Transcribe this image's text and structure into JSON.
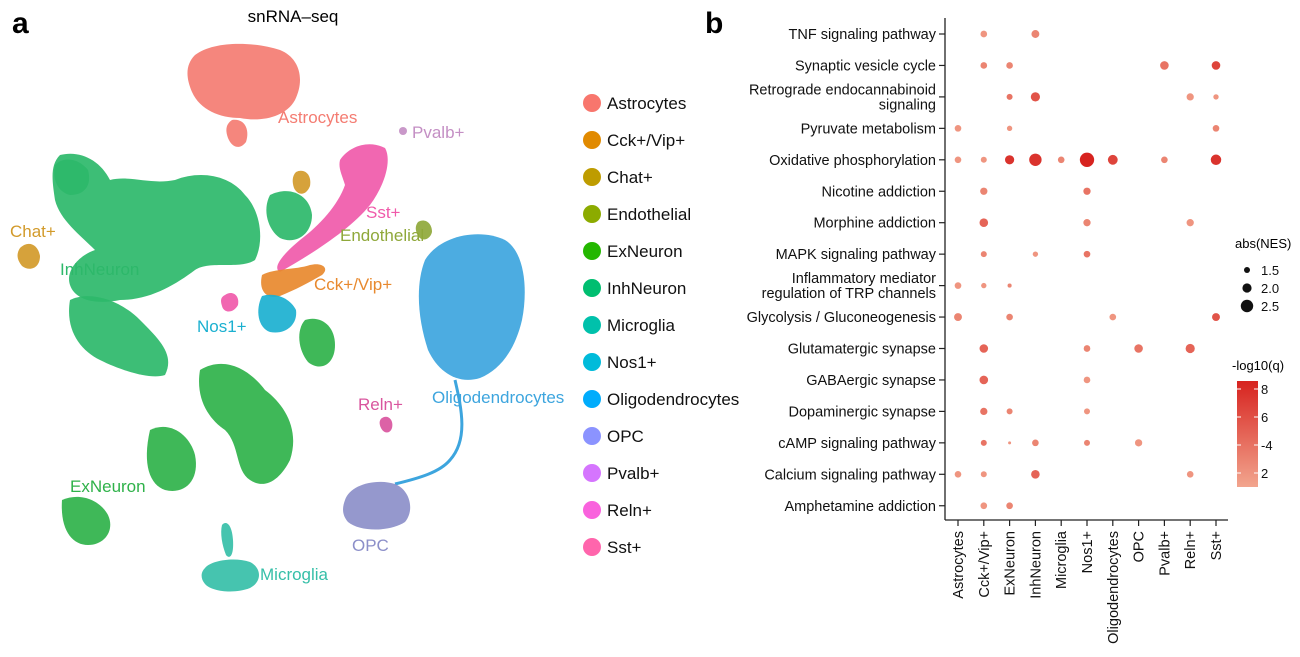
{
  "panel_a": {
    "letter": "a",
    "title": "snRNA–seq",
    "legend": [
      {
        "label": "Astrocytes",
        "color": "#F8766D"
      },
      {
        "label": "Cck+/Vip+",
        "color": "#E18A00"
      },
      {
        "label": "Chat+",
        "color": "#BE9C00"
      },
      {
        "label": "Endothelial",
        "color": "#8CAB00"
      },
      {
        "label": "ExNeuron",
        "color": "#24B700"
      },
      {
        "label": "InhNeuron",
        "color": "#00BE70"
      },
      {
        "label": "Microglia",
        "color": "#00C1AB"
      },
      {
        "label": "Nos1+",
        "color": "#00BBDA"
      },
      {
        "label": "Oligodendrocytes",
        "color": "#00ACFC"
      },
      {
        "label": "OPC",
        "color": "#8B93FF"
      },
      {
        "label": "Pvalb+",
        "color": "#D575FE"
      },
      {
        "label": "Reln+",
        "color": "#F962DD"
      },
      {
        "label": "Sst+",
        "color": "#FF65AC"
      }
    ],
    "cluster_labels": {
      "astrocytes": "Astrocytes",
      "pvalb": "Pvalb+",
      "sst": "Sst+",
      "endothelial": "Endothelial",
      "chat": "Chat+",
      "inhneuron": "InhNeuron",
      "cck": "Cck+/Vip+",
      "nos1": "Nos1+",
      "oligo": "Oligodendrocytes",
      "reln": "Reln+",
      "exneuron": "ExNeuron",
      "opc": "OPC",
      "microglia": "Microglia"
    },
    "cluster_colors": {
      "astrocytes": "#F47C72",
      "pvalb": "#C48FC4",
      "sst": "#F05AAA",
      "endothelial": "#8FA83A",
      "chat": "#D29A2A",
      "inhneuron": "#2DB86A",
      "cck": "#E8892E",
      "nos1": "#1BB0D0",
      "oligo": "#3DA5DE",
      "reln": "#D9559E",
      "exneuron": "#2FB24A",
      "opc": "#8C8FC9",
      "microglia": "#36BFA8"
    }
  },
  "panel_b": {
    "letter": "b",
    "size_legend_title": "abs(NES)",
    "size_legend": [
      {
        "label": "1.5",
        "value": 1.5
      },
      {
        "label": "2.0",
        "value": 2.0
      },
      {
        "label": "2.5",
        "value": 2.5
      }
    ],
    "color_legend_title": "-log10(q)",
    "color_legend_ticks": [
      "8",
      "6",
      "-4",
      "2"
    ],
    "color_low": "#F2A58E",
    "color_high": "#D7231F"
  },
  "chart_data": {
    "type": "scatter",
    "subtype": "dot-plot",
    "x_categories": [
      "Astrocytes",
      "Cck+/Vip+",
      "ExNeuron",
      "InhNeuron",
      "Microglia",
      "Nos1+",
      "Oligodendrocytes",
      "OPC",
      "Pvalb+",
      "Reln+",
      "Sst+"
    ],
    "y_categories": [
      "TNF signaling pathway",
      "Synaptic vesicle cycle",
      "Retrograde endocannabinoid\nsignaling",
      "Pyruvate metabolism",
      "Oxidative phosphorylation",
      "Nicotine addiction",
      "Morphine addiction",
      "MAPK signaling pathway",
      "Inflammatory mediator\nregulation of TRP channels",
      "Glycolysis / Gluconeogenesis",
      "Glutamatergic synapse",
      "GABAergic synapse",
      "Dopaminergic synapse",
      "cAMP signaling pathway",
      "Calcium signaling pathway",
      "Amphetamine addiction"
    ],
    "size_variable": "abs(NES)",
    "color_variable": "-log10(q)",
    "color_range": [
      1,
      9
    ],
    "points": [
      {
        "x": "Cck+/Vip+",
        "y": "TNF signaling pathway",
        "nes": 1.6,
        "q": 2
      },
      {
        "x": "InhNeuron",
        "y": "TNF signaling pathway",
        "nes": 1.8,
        "q": 3
      },
      {
        "x": "Cck+/Vip+",
        "y": "Synaptic vesicle cycle",
        "nes": 1.6,
        "q": 3
      },
      {
        "x": "ExNeuron",
        "y": "Synaptic vesicle cycle",
        "nes": 1.6,
        "q": 3
      },
      {
        "x": "Pvalb+",
        "y": "Synaptic vesicle cycle",
        "nes": 1.9,
        "q": 4
      },
      {
        "x": "Sst+",
        "y": "Synaptic vesicle cycle",
        "nes": 1.9,
        "q": 7
      },
      {
        "x": "ExNeuron",
        "y": "Retrograde endocannabinoid\nsignaling",
        "nes": 1.5,
        "q": 4
      },
      {
        "x": "InhNeuron",
        "y": "Retrograde endocannabinoid\nsignaling",
        "nes": 2.0,
        "q": 6
      },
      {
        "x": "Reln+",
        "y": "Retrograde endocannabinoid\nsignaling",
        "nes": 1.7,
        "q": 2
      },
      {
        "x": "Sst+",
        "y": "Retrograde endocannabinoid\nsignaling",
        "nes": 1.4,
        "q": 2
      },
      {
        "x": "Astrocytes",
        "y": "Pyruvate metabolism",
        "nes": 1.6,
        "q": 2
      },
      {
        "x": "ExNeuron",
        "y": "Pyruvate metabolism",
        "nes": 1.4,
        "q": 2
      },
      {
        "x": "Sst+",
        "y": "Pyruvate metabolism",
        "nes": 1.6,
        "q": 3
      },
      {
        "x": "Astrocytes",
        "y": "Oxidative phosphorylation",
        "nes": 1.6,
        "q": 2
      },
      {
        "x": "Cck+/Vip+",
        "y": "Oxidative phosphorylation",
        "nes": 1.5,
        "q": 2
      },
      {
        "x": "ExNeuron",
        "y": "Oxidative phosphorylation",
        "nes": 2.0,
        "q": 8
      },
      {
        "x": "InhNeuron",
        "y": "Oxidative phosphorylation",
        "nes": 2.5,
        "q": 8
      },
      {
        "x": "Microglia",
        "y": "Oxidative phosphorylation",
        "nes": 1.6,
        "q": 3
      },
      {
        "x": "Nos1+",
        "y": "Oxidative phosphorylation",
        "nes": 2.8,
        "q": 9
      },
      {
        "x": "Oligodendrocytes",
        "y": "Oxidative phosphorylation",
        "nes": 2.1,
        "q": 7
      },
      {
        "x": "Pvalb+",
        "y": "Oxidative phosphorylation",
        "nes": 1.6,
        "q": 3
      },
      {
        "x": "Sst+",
        "y": "Oxidative phosphorylation",
        "nes": 2.2,
        "q": 8
      },
      {
        "x": "Cck+/Vip+",
        "y": "Nicotine addiction",
        "nes": 1.7,
        "q": 3
      },
      {
        "x": "Nos1+",
        "y": "Nicotine addiction",
        "nes": 1.7,
        "q": 4
      },
      {
        "x": "Cck+/Vip+",
        "y": "Morphine addiction",
        "nes": 1.9,
        "q": 5
      },
      {
        "x": "Nos1+",
        "y": "Morphine addiction",
        "nes": 1.7,
        "q": 3
      },
      {
        "x": "Reln+",
        "y": "Morphine addiction",
        "nes": 1.7,
        "q": 2
      },
      {
        "x": "Cck+/Vip+",
        "y": "MAPK signaling pathway",
        "nes": 1.5,
        "q": 3
      },
      {
        "x": "InhNeuron",
        "y": "MAPK signaling pathway",
        "nes": 1.4,
        "q": 2
      },
      {
        "x": "Nos1+",
        "y": "MAPK signaling pathway",
        "nes": 1.6,
        "q": 4
      },
      {
        "x": "Astrocytes",
        "y": "Inflammatory mediator\nregulation of TRP channels",
        "nes": 1.6,
        "q": 2
      },
      {
        "x": "Cck+/Vip+",
        "y": "Inflammatory mediator\nregulation of TRP channels",
        "nes": 1.4,
        "q": 2
      },
      {
        "x": "ExNeuron",
        "y": "Inflammatory mediator\nregulation of TRP channels",
        "nes": 1.2,
        "q": 3
      },
      {
        "x": "Astrocytes",
        "y": "Glycolysis / Gluconeogenesis",
        "nes": 1.8,
        "q": 3
      },
      {
        "x": "ExNeuron",
        "y": "Glycolysis / Gluconeogenesis",
        "nes": 1.6,
        "q": 3
      },
      {
        "x": "Oligodendrocytes",
        "y": "Glycolysis / Gluconeogenesis",
        "nes": 1.6,
        "q": 2
      },
      {
        "x": "Sst+",
        "y": "Glycolysis / Gluconeogenesis",
        "nes": 1.8,
        "q": 6
      },
      {
        "x": "Cck+/Vip+",
        "y": "Glutamatergic synapse",
        "nes": 1.9,
        "q": 5
      },
      {
        "x": "Nos1+",
        "y": "Glutamatergic synapse",
        "nes": 1.6,
        "q": 3
      },
      {
        "x": "OPC",
        "y": "Glutamatergic synapse",
        "nes": 1.9,
        "q": 4
      },
      {
        "x": "Reln+",
        "y": "Glutamatergic synapse",
        "nes": 2.0,
        "q": 5
      },
      {
        "x": "Cck+/Vip+",
        "y": "GABAergic synapse",
        "nes": 1.9,
        "q": 5
      },
      {
        "x": "Nos1+",
        "y": "GABAergic synapse",
        "nes": 1.6,
        "q": 2
      },
      {
        "x": "Cck+/Vip+",
        "y": "Dopaminergic synapse",
        "nes": 1.7,
        "q": 4
      },
      {
        "x": "ExNeuron",
        "y": "Dopaminergic synapse",
        "nes": 1.5,
        "q": 3
      },
      {
        "x": "Nos1+",
        "y": "Dopaminergic synapse",
        "nes": 1.5,
        "q": 2
      },
      {
        "x": "Cck+/Vip+",
        "y": "cAMP signaling pathway",
        "nes": 1.5,
        "q": 4
      },
      {
        "x": "ExNeuron",
        "y": "cAMP signaling pathway",
        "nes": 1.0,
        "q": 2
      },
      {
        "x": "InhNeuron",
        "y": "cAMP signaling pathway",
        "nes": 1.6,
        "q": 3
      },
      {
        "x": "Nos1+",
        "y": "cAMP signaling pathway",
        "nes": 1.5,
        "q": 3
      },
      {
        "x": "OPC",
        "y": "cAMP signaling pathway",
        "nes": 1.7,
        "q": 2
      },
      {
        "x": "Astrocytes",
        "y": "Calcium signaling pathway",
        "nes": 1.6,
        "q": 2
      },
      {
        "x": "Cck+/Vip+",
        "y": "Calcium signaling pathway",
        "nes": 1.5,
        "q": 2
      },
      {
        "x": "InhNeuron",
        "y": "Calcium signaling pathway",
        "nes": 1.9,
        "q": 5
      },
      {
        "x": "Reln+",
        "y": "Calcium signaling pathway",
        "nes": 1.6,
        "q": 2
      },
      {
        "x": "Cck+/Vip+",
        "y": "Amphetamine addiction",
        "nes": 1.6,
        "q": 2
      },
      {
        "x": "ExNeuron",
        "y": "Amphetamine addiction",
        "nes": 1.6,
        "q": 3
      }
    ]
  }
}
